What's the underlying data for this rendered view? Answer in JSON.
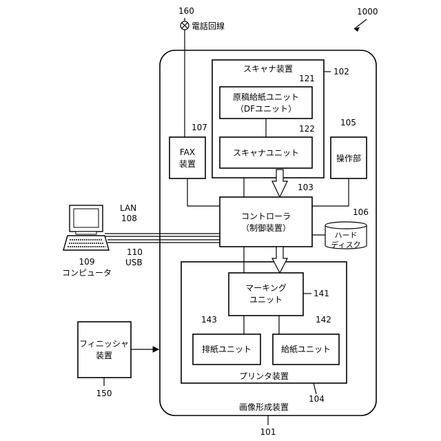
{
  "figure_number": "1000",
  "phone_line": {
    "ref": "160",
    "label": "電話回線"
  },
  "apparatus": {
    "ref": "101",
    "label": "画像形成装置"
  },
  "scanner": {
    "ref": "102",
    "label": "スキャナ装置"
  },
  "df_unit": {
    "ref": "121",
    "line1": "原稿給紙ユニット",
    "line2": "（DFユニット）"
  },
  "scanner_unit": {
    "ref": "122",
    "label": "スキャナユニット"
  },
  "fax": {
    "ref": "107",
    "line1": "FAX",
    "line2": "装置"
  },
  "operation": {
    "ref": "105",
    "label": "操作部"
  },
  "controller": {
    "ref": "103",
    "line1": "コントローラ",
    "line2": "（制御装置）"
  },
  "hdd": {
    "ref": "106",
    "line1": "ハード",
    "line2": "ディスク"
  },
  "lan": {
    "label": "LAN",
    "ref": "108"
  },
  "usb": {
    "ref": "110",
    "label": "USB"
  },
  "computer": {
    "ref": "109",
    "label": "コンピュータ"
  },
  "printer": {
    "ref": "104",
    "label": "プリンタ装置"
  },
  "marking": {
    "ref": "141",
    "line1": "マーキング",
    "line2": "ユニット"
  },
  "discharge": {
    "ref": "143",
    "label": "排紙ユニット"
  },
  "feed": {
    "ref": "142",
    "label": "給紙ユニット"
  },
  "finisher": {
    "ref": "150",
    "line1": "フィニッシャ",
    "line2": "装置"
  }
}
